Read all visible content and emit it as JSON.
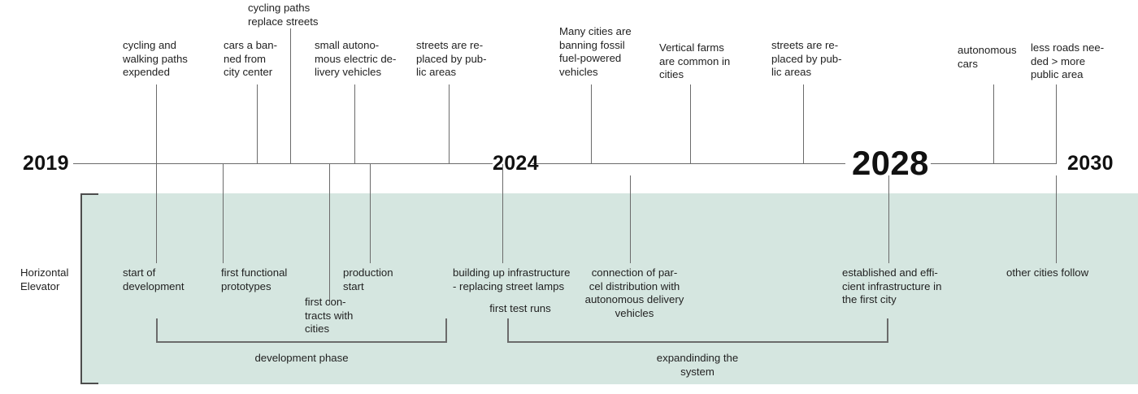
{
  "title_row": {
    "label": "Horizontal\nElevator"
  },
  "colors": {
    "panel_fill": "#d5e6e0",
    "line": "#6b6b6b",
    "bracket": "#4d4d4d",
    "text": "#222222",
    "year_text": "#111111"
  },
  "axis": {
    "years": [
      {
        "label": "2019",
        "size": "small"
      },
      {
        "label": "2024",
        "size": "small"
      },
      {
        "label": "2028",
        "size": "big"
      },
      {
        "label": "2030",
        "size": "small"
      }
    ]
  },
  "events_above": [
    {
      "label": "cycling and\nwalking paths\nexpended"
    },
    {
      "label": "cars a ban-\nned from\ncity center"
    },
    {
      "label": "cycling paths\nreplace streets"
    },
    {
      "label": "small autono-\nmous electric de-\nlivery vehicles"
    },
    {
      "label": "streets are re-\nplaced by pub-\nlic areas"
    },
    {
      "label": "Many cities are\nbanning fossil\nfuel-powered\nvehicles"
    },
    {
      "label": "Vertical farms\nare common in\ncities"
    },
    {
      "label": "streets are re-\nplaced by pub-\nlic areas"
    },
    {
      "label": "autonomous\ncars"
    },
    {
      "label": "less roads nee-\nded > more\npublic area"
    }
  ],
  "events_below": [
    {
      "label": "start of\ndevelopment"
    },
    {
      "label": "first functional\nprototypes"
    },
    {
      "label": "first con-\ntracts with\ncities"
    },
    {
      "label": "production\nstart"
    },
    {
      "label": "building up infrastructure\n- replacing street lamps"
    },
    {
      "label": "first test runs"
    },
    {
      "label": "connection of par-\ncel distribution with\nautonomous delivery\nvehicles"
    },
    {
      "label": "established and effi-\ncient infrastructure in\nthe first city"
    },
    {
      "label": "other cities follow"
    }
  ],
  "phases": [
    {
      "label": "development phase"
    },
    {
      "label": "expandinding the\nsystem"
    }
  ]
}
